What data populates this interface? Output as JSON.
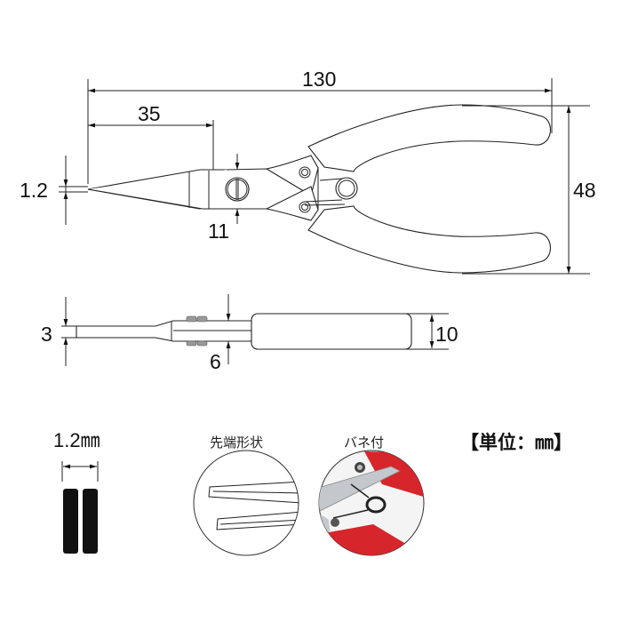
{
  "diagram": {
    "title": "Needle nose pliers dimension drawing",
    "top_view": {
      "overall_length": "130",
      "jaw_length": "35",
      "tip_width": "1.2",
      "joint_width": "11",
      "handle_span": "48"
    },
    "side_view": {
      "tip_thickness": "3",
      "joint_thickness": "6",
      "handle_thickness": "10"
    },
    "details": {
      "tip_gap_label": "1.2㎜",
      "tip_shape_label": "先端形状",
      "spring_label": "バネ付",
      "unit_label": "【単位：㎜】"
    },
    "colors": {
      "line": "#222222",
      "handle_red": "#d6262b",
      "metal": "#b8bcc2",
      "bar": "#111111"
    }
  }
}
